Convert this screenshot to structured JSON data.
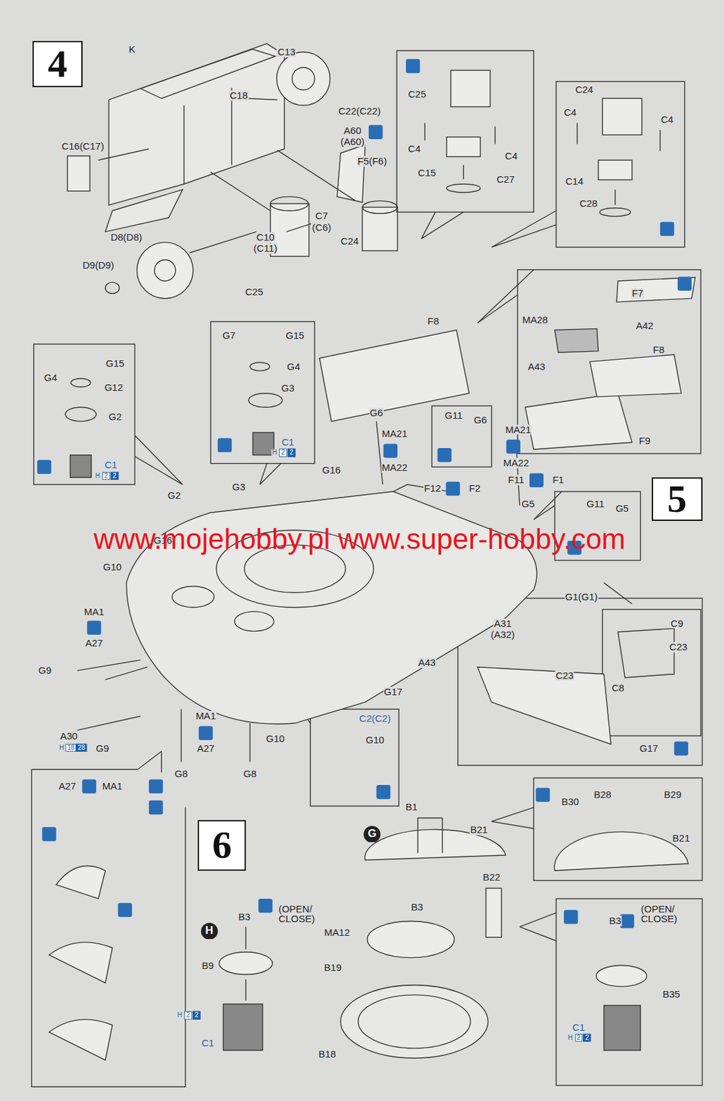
{
  "diagram": {
    "nodes": [
      {
        "text": [
          "4"
        ]
      },
      {
        "text": [
          "5"
        ]
      },
      {
        "text": [
          "6"
        ]
      },
      {
        "text": [
          "G"
        ]
      },
      {
        "text": [
          "H"
        ]
      }
    ],
    "labels": [
      "K",
      "C13",
      "C18",
      "C22(C22)",
      "A60",
      "(A60)",
      "C16(C17)",
      "F5(F6)",
      "C7",
      "(C6)",
      "D8(D8)",
      "C10",
      "(C11)",
      "D9(D9)",
      "C25",
      "C24",
      "C25",
      "C4",
      "C4",
      "C15",
      "C27",
      "C24",
      "C4",
      "C4",
      "C14",
      "C28",
      "F7",
      "MA28",
      "A42",
      "F8",
      "A43",
      "F9",
      "F8",
      "G15",
      "G4",
      "G12",
      "G2",
      "C1",
      "H",
      "2",
      "2",
      "G7",
      "G15",
      "G4",
      "G3",
      "C1",
      "H",
      "2",
      "2",
      "G6",
      "G11",
      "G6",
      "MA21",
      "MA22",
      "F12",
      "F2",
      "MA21",
      "MA22",
      "F11",
      "F1",
      "G5",
      "G11",
      "G5",
      "G16",
      "G2",
      "G3",
      "G16",
      "www.mojehobby.pl www.super-hobby.com",
      "G10",
      "MA1",
      "A27",
      "G9",
      "A30",
      "H",
      "18",
      "28",
      "G9",
      "MA1",
      "A27",
      "G8",
      "G8",
      "G10",
      "G17",
      "A43",
      "A31",
      "(A32)",
      "G1(G1)",
      "C9",
      "C23",
      "C23",
      "C8",
      "G17",
      "C2(C2)",
      "G10",
      "A27",
      "MA1",
      "B3",
      "(OPEN/ CLOSE)",
      "B9",
      "H",
      "2",
      "2",
      "C1",
      "B1",
      "B21",
      "B22",
      "B3",
      "MA12",
      "B19",
      "B18",
      "B28",
      "B29",
      "B30",
      "B21",
      "B3",
      "(OPEN/ CLOSE)",
      "B35",
      "C1",
      "H",
      "2",
      "2"
    ]
  }
}
